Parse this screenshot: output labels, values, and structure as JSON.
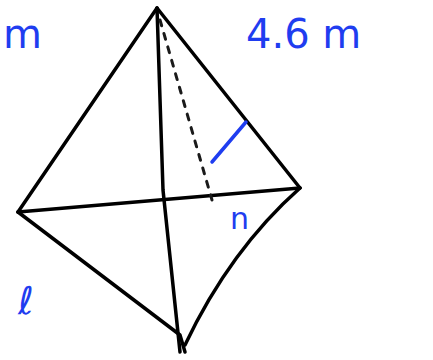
{
  "diagram": {
    "labels": [
      "m",
      "4.6 m",
      "n",
      "ℓ"
    ]
  }
}
